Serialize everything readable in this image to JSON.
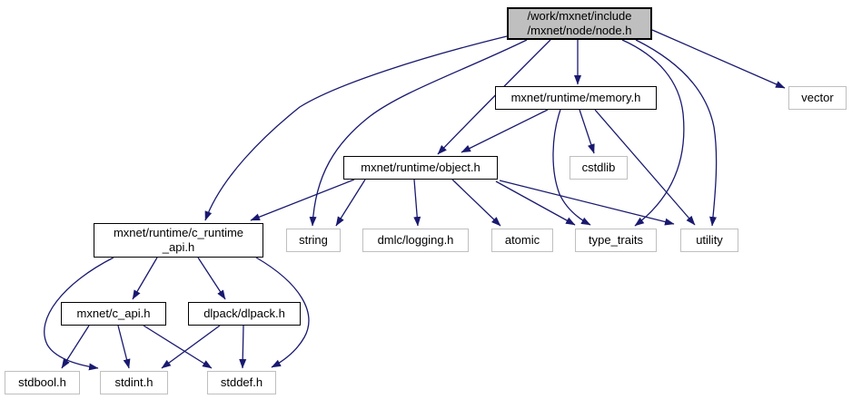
{
  "diagram": {
    "type": "include-dependency-graph",
    "edge_color": "#191970",
    "root_fill": "#bfbfbf",
    "nodes": [
      {
        "id": "node_h",
        "label": "/work/mxnet/include\n/mxnet/node/node.h",
        "kind": "root"
      },
      {
        "id": "memory_h",
        "label": "mxnet/runtime/memory.h",
        "kind": "project"
      },
      {
        "id": "vector",
        "label": "vector",
        "kind": "system"
      },
      {
        "id": "object_h",
        "label": "mxnet/runtime/object.h",
        "kind": "project"
      },
      {
        "id": "cstdlib",
        "label": "cstdlib",
        "kind": "system"
      },
      {
        "id": "c_runtime_api_h",
        "label": "mxnet/runtime/c_runtime\n_api.h",
        "kind": "project"
      },
      {
        "id": "string",
        "label": "string",
        "kind": "system"
      },
      {
        "id": "dmlc_logging_h",
        "label": "dmlc/logging.h",
        "kind": "system"
      },
      {
        "id": "atomic",
        "label": "atomic",
        "kind": "system"
      },
      {
        "id": "type_traits",
        "label": "type_traits",
        "kind": "system"
      },
      {
        "id": "utility",
        "label": "utility",
        "kind": "system"
      },
      {
        "id": "mxnet_c_api_h",
        "label": "mxnet/c_api.h",
        "kind": "project"
      },
      {
        "id": "dlpack_h",
        "label": "dlpack/dlpack.h",
        "kind": "project"
      },
      {
        "id": "stdbool_h",
        "label": "stdbool.h",
        "kind": "system"
      },
      {
        "id": "stdint_h",
        "label": "stdint.h",
        "kind": "system"
      },
      {
        "id": "stddef_h",
        "label": "stddef.h",
        "kind": "system"
      }
    ],
    "edges": [
      {
        "from": "node_h",
        "to": "memory_h"
      },
      {
        "from": "node_h",
        "to": "vector"
      },
      {
        "from": "node_h",
        "to": "object_h"
      },
      {
        "from": "node_h",
        "to": "c_runtime_api_h"
      },
      {
        "from": "node_h",
        "to": "string"
      },
      {
        "from": "node_h",
        "to": "type_traits"
      },
      {
        "from": "node_h",
        "to": "utility"
      },
      {
        "from": "memory_h",
        "to": "object_h"
      },
      {
        "from": "memory_h",
        "to": "cstdlib"
      },
      {
        "from": "memory_h",
        "to": "type_traits"
      },
      {
        "from": "memory_h",
        "to": "utility"
      },
      {
        "from": "object_h",
        "to": "c_runtime_api_h"
      },
      {
        "from": "object_h",
        "to": "string"
      },
      {
        "from": "object_h",
        "to": "dmlc_logging_h"
      },
      {
        "from": "object_h",
        "to": "atomic"
      },
      {
        "from": "object_h",
        "to": "type_traits"
      },
      {
        "from": "object_h",
        "to": "utility"
      },
      {
        "from": "c_runtime_api_h",
        "to": "mxnet_c_api_h"
      },
      {
        "from": "c_runtime_api_h",
        "to": "dlpack_h"
      },
      {
        "from": "c_runtime_api_h",
        "to": "stdint_h"
      },
      {
        "from": "c_runtime_api_h",
        "to": "stddef_h"
      },
      {
        "from": "mxnet_c_api_h",
        "to": "stdbool_h"
      },
      {
        "from": "mxnet_c_api_h",
        "to": "stdint_h"
      },
      {
        "from": "mxnet_c_api_h",
        "to": "stddef_h"
      },
      {
        "from": "dlpack_h",
        "to": "stdint_h"
      },
      {
        "from": "dlpack_h",
        "to": "stddef_h"
      }
    ]
  }
}
